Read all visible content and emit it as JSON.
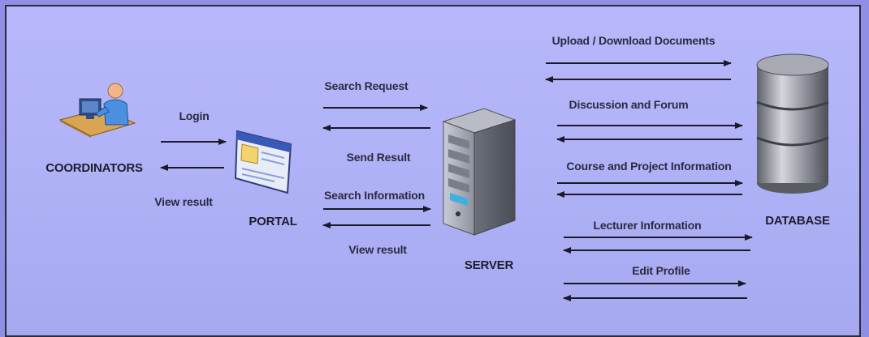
{
  "nodes": {
    "coordinators": "COORDINATORS",
    "portal": "PORTAL",
    "server": "SERVER",
    "database": "DATABASE"
  },
  "flows": {
    "login": "Login",
    "view_result_left": "View result",
    "search_request": "Search Request",
    "send_result": "Send Result",
    "search_information": "Search Information",
    "view_result_mid": "View result",
    "upload_download": "Upload / Download  Documents",
    "discussion_forum": "Discussion and Forum",
    "course_project": "Course and Project Information",
    "lecturer_info": "Lecturer Information",
    "edit_profile": "Edit Profile"
  },
  "colors": {
    "background": "#aeb0f6",
    "arrow": "#1a1a28",
    "text": "#2a2a40"
  }
}
